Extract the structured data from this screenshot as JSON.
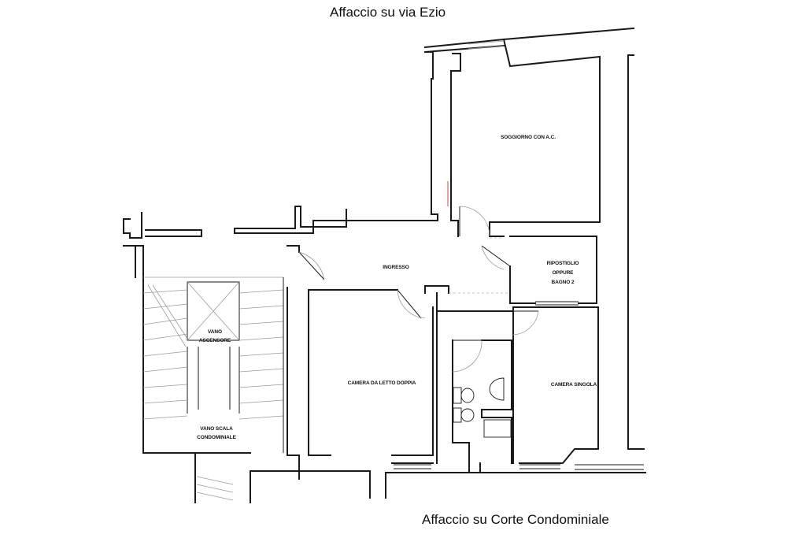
{
  "labels": {
    "top_orientation": "Affaccio su via Ezio",
    "bottom_orientation": "Affaccio su Corte Condominiale"
  },
  "rooms": {
    "soggiorno": "SOGGIORNO CON A.C.",
    "ingresso": "INGRESSO",
    "ripostiglio": [
      "RIPOSTIGLIO",
      "OPPURE",
      "BAGNO 2"
    ],
    "camera_doppia": "CAMERA DA LETTO DOPPIA",
    "camera_singola": "CAMERA SINGOLA",
    "vano_ascensore": [
      "VANO",
      "ASCENSORE"
    ],
    "vano_scala": [
      "VANO SCALA",
      "CONDOMINIALE"
    ]
  },
  "colors": {
    "wall": "#1a1a1a",
    "background": "#ffffff",
    "accent_line": "#c24a4a"
  }
}
